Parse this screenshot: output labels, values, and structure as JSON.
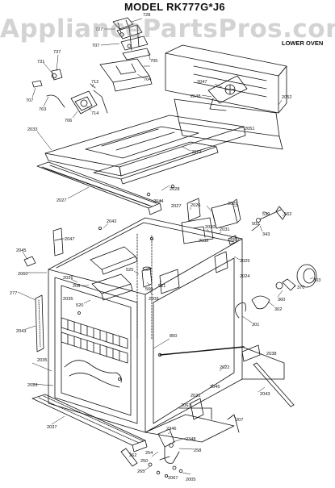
{
  "diagram": {
    "model_label": "MODEL RK777G*J6",
    "section_label": "LOWER OVEN",
    "watermark_text": "AppliancePartsPros.com",
    "callouts": [
      {
        "id": "c1",
        "text": "728"
      },
      {
        "id": "c2",
        "text": "727"
      },
      {
        "id": "c3",
        "text": "707"
      },
      {
        "id": "c4",
        "text": "705"
      },
      {
        "id": "c5",
        "text": "731"
      },
      {
        "id": "c6",
        "text": "737"
      },
      {
        "id": "c7",
        "text": "712"
      },
      {
        "id": "c8",
        "text": "714"
      },
      {
        "id": "c9",
        "text": "707"
      },
      {
        "id": "c10",
        "text": "763"
      },
      {
        "id": "c11",
        "text": "706"
      },
      {
        "id": "c12",
        "text": "704"
      },
      {
        "id": "c13",
        "text": "2047"
      },
      {
        "id": "c14",
        "text": "2048"
      },
      {
        "id": "c15",
        "text": "2052"
      },
      {
        "id": "c16",
        "text": "2051"
      },
      {
        "id": "c17",
        "text": "2033"
      },
      {
        "id": "c18",
        "text": "2072"
      },
      {
        "id": "c19",
        "text": "2027"
      },
      {
        "id": "c20",
        "text": "2028"
      },
      {
        "id": "c21",
        "text": "2026"
      },
      {
        "id": "c22",
        "text": "2029"
      },
      {
        "id": "c23",
        "text": "2044"
      },
      {
        "id": "c24",
        "text": "2027"
      },
      {
        "id": "c25",
        "text": "2042"
      },
      {
        "id": "c26",
        "text": "2047"
      },
      {
        "id": "c27",
        "text": "2025"
      },
      {
        "id": "c28",
        "text": "2024"
      },
      {
        "id": "c29",
        "text": "2030"
      },
      {
        "id": "c30",
        "text": "2031"
      },
      {
        "id": "c31",
        "text": "2032"
      },
      {
        "id": "c32",
        "text": "2033"
      },
      {
        "id": "c33",
        "text": "530"
      },
      {
        "id": "c34",
        "text": "562"
      },
      {
        "id": "c35",
        "text": "502"
      },
      {
        "id": "c36",
        "text": "343"
      },
      {
        "id": "c37",
        "text": "303"
      },
      {
        "id": "c38",
        "text": "370"
      },
      {
        "id": "c39",
        "text": "360"
      },
      {
        "id": "c40",
        "text": "302"
      },
      {
        "id": "c41",
        "text": "301"
      },
      {
        "id": "c42",
        "text": "2045"
      },
      {
        "id": "c43",
        "text": "2060"
      },
      {
        "id": "c44",
        "text": "2043"
      },
      {
        "id": "c45",
        "text": "277"
      },
      {
        "id": "c46",
        "text": "2035"
      },
      {
        "id": "c47",
        "text": "2023"
      },
      {
        "id": "c48",
        "text": "2037"
      },
      {
        "id": "c49",
        "text": "2035"
      },
      {
        "id": "c50",
        "text": "850"
      },
      {
        "id": "c51",
        "text": "2022"
      },
      {
        "id": "c52",
        "text": "2045"
      },
      {
        "id": "c53",
        "text": "207"
      },
      {
        "id": "c54",
        "text": "2043"
      },
      {
        "id": "c55",
        "text": "2063"
      },
      {
        "id": "c56",
        "text": "2021"
      },
      {
        "id": "c57",
        "text": "2038"
      },
      {
        "id": "c58",
        "text": "262"
      },
      {
        "id": "c59",
        "text": "250"
      },
      {
        "id": "c60",
        "text": "2346"
      },
      {
        "id": "c61",
        "text": "2348"
      },
      {
        "id": "c62",
        "text": "258"
      },
      {
        "id": "c63",
        "text": "254"
      },
      {
        "id": "c64",
        "text": "265"
      },
      {
        "id": "c65",
        "text": "2067"
      },
      {
        "id": "c66",
        "text": "2005"
      },
      {
        "id": "c67",
        "text": "2026"
      },
      {
        "id": "c68",
        "text": "208"
      },
      {
        "id": "c69",
        "text": "525"
      },
      {
        "id": "c70",
        "text": "521"
      },
      {
        "id": "c71",
        "text": "520"
      },
      {
        "id": "c72",
        "text": "560"
      },
      {
        "id": "c73",
        "text": "2009"
      }
    ]
  }
}
